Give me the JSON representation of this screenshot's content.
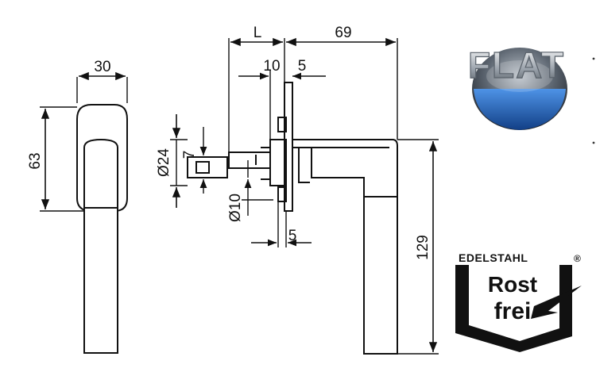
{
  "dimensions": {
    "width_top": "30",
    "height_left": "63",
    "neck": "L",
    "projection": "69",
    "rose_thickness": "10",
    "rose_gap_top": "5",
    "rose_diameter": "Ø24",
    "square_pin": "7",
    "spindle_diameter": "Ø10",
    "rose_gap_bottom": "5",
    "total_height": "129"
  },
  "logos": {
    "flat": {
      "text": "FLAT",
      "icon": "flat-globe-logo"
    },
    "rostfrei": {
      "top": "EDELSTAHL",
      "registered": "®",
      "line1": "Rost",
      "line2": "frei",
      "icon": "rostfrei-shield-logo"
    }
  },
  "colors": {
    "line": "#111111",
    "globe_blue": "#1f63b8",
    "globe_dark": "#2a2f38"
  }
}
